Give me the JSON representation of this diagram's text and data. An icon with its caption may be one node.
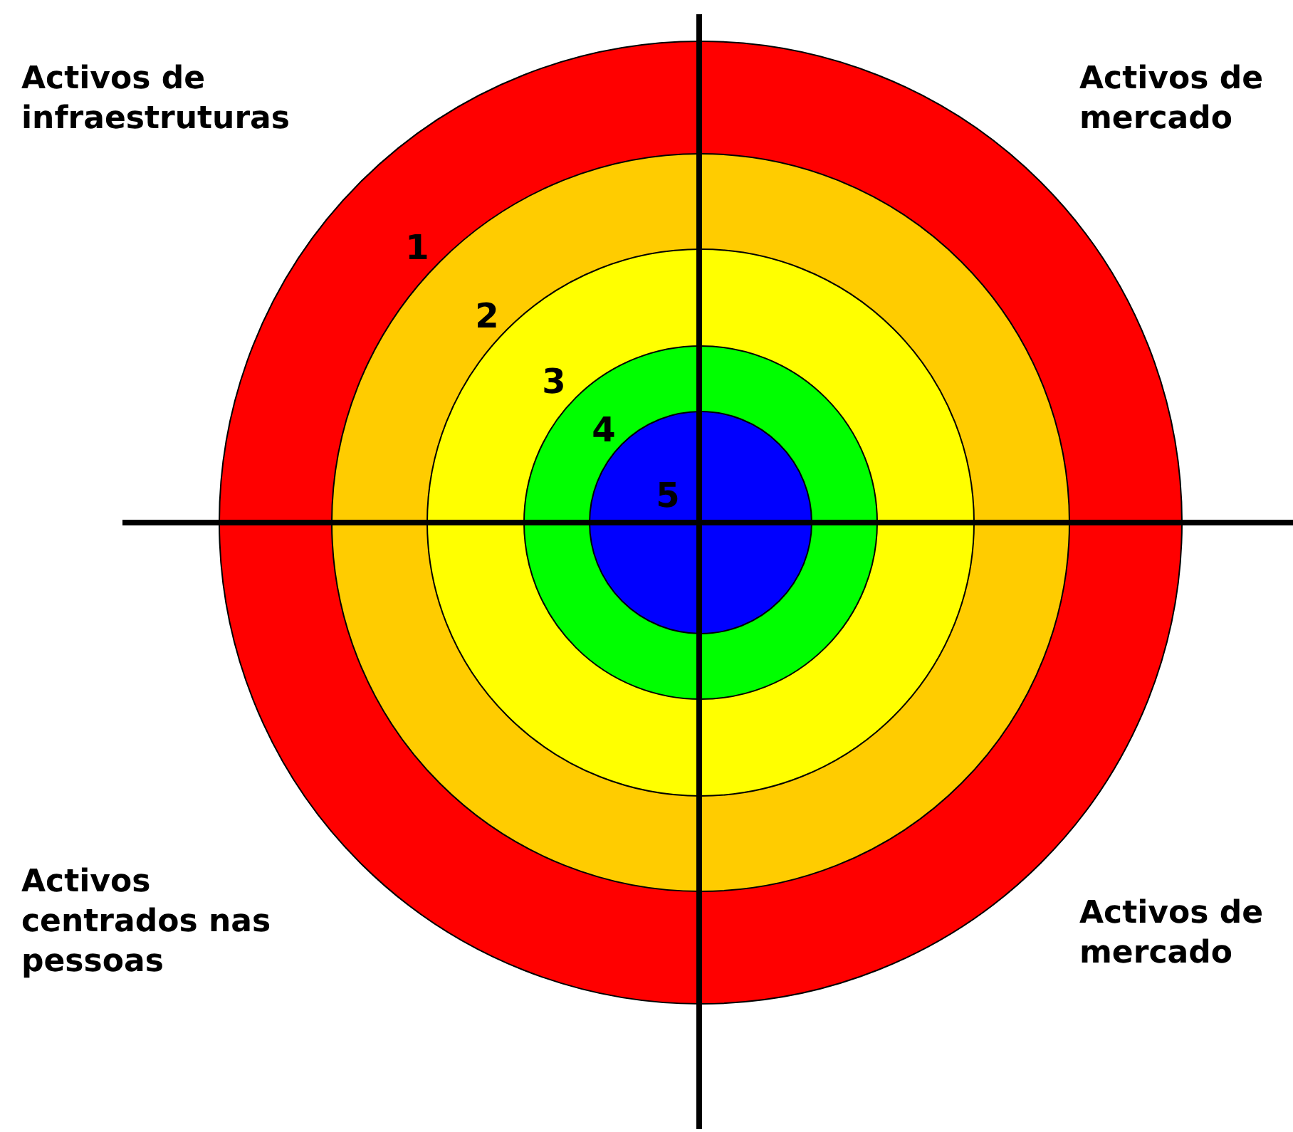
{
  "diagram": {
    "labels": [
      "Activos de infraestruturas",
      "Activos de mercado",
      "1",
      "2",
      "3",
      "4",
      "5",
      "Activos centrados nas pessoas",
      "Activos de mercado"
    ]
  }
}
